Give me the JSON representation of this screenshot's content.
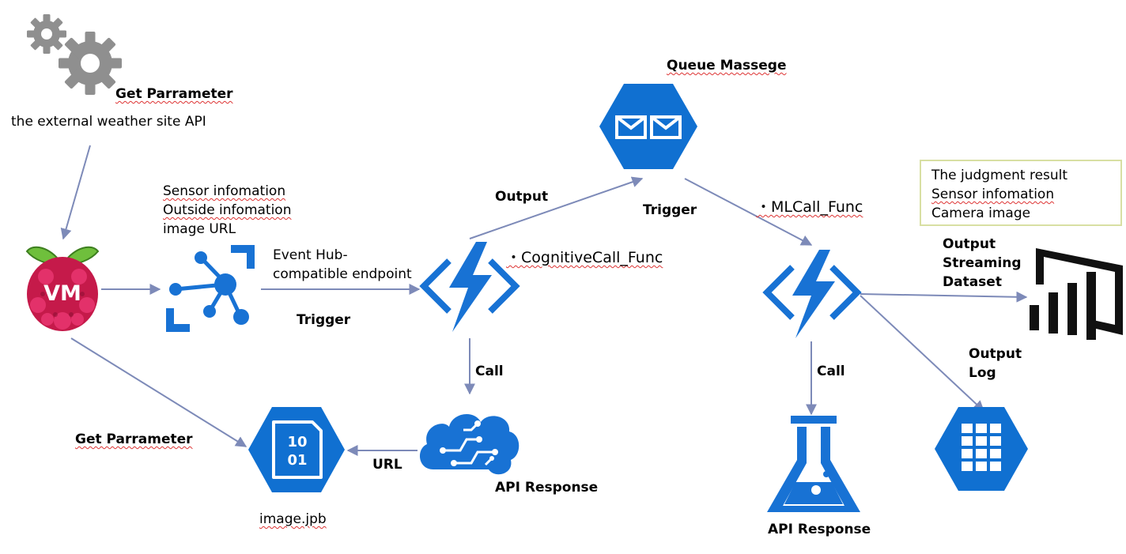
{
  "colors": {
    "azure_blue": "#0f78d4",
    "arrow": "#7d8ab8",
    "gear": "#8f8f8f",
    "result_box_border": "#d8dfa3"
  },
  "labels": {
    "get_param_top": "Get Parrameter",
    "weather_api": "the external weather site API",
    "sensor_line1": "Sensor infomation",
    "sensor_line2": "Outside infomation",
    "sensor_line3": "image URL",
    "eventhub_line1": "Event Hub-",
    "eventhub_line2": "compatible endpoint",
    "trigger_left": "Trigger",
    "output_mid": "Output",
    "queue_message": "Queue Massege",
    "trigger_right": "Trigger",
    "cognitive_func": "・CognitiveCall_Func",
    "ml_func": "・MLCall_Func",
    "call_left": "Call",
    "call_right": "Call",
    "get_param_bottom": "Get Parrameter",
    "url": "URL",
    "api_response_left": "API Response",
    "image_file": "image.jpb",
    "api_response_right": "API Response",
    "output_streaming_line1": "Output",
    "output_streaming_line2": "Streaming",
    "output_streaming_line3": "Dataset",
    "output_log_line1": "Output",
    "output_log_line2": "Log",
    "vm_badge": "VM",
    "blob_line1": "10",
    "blob_line2": "01"
  },
  "result_box": {
    "line1": "The judgment result",
    "line2": "Sensor infomation",
    "line3": "Camera image"
  }
}
